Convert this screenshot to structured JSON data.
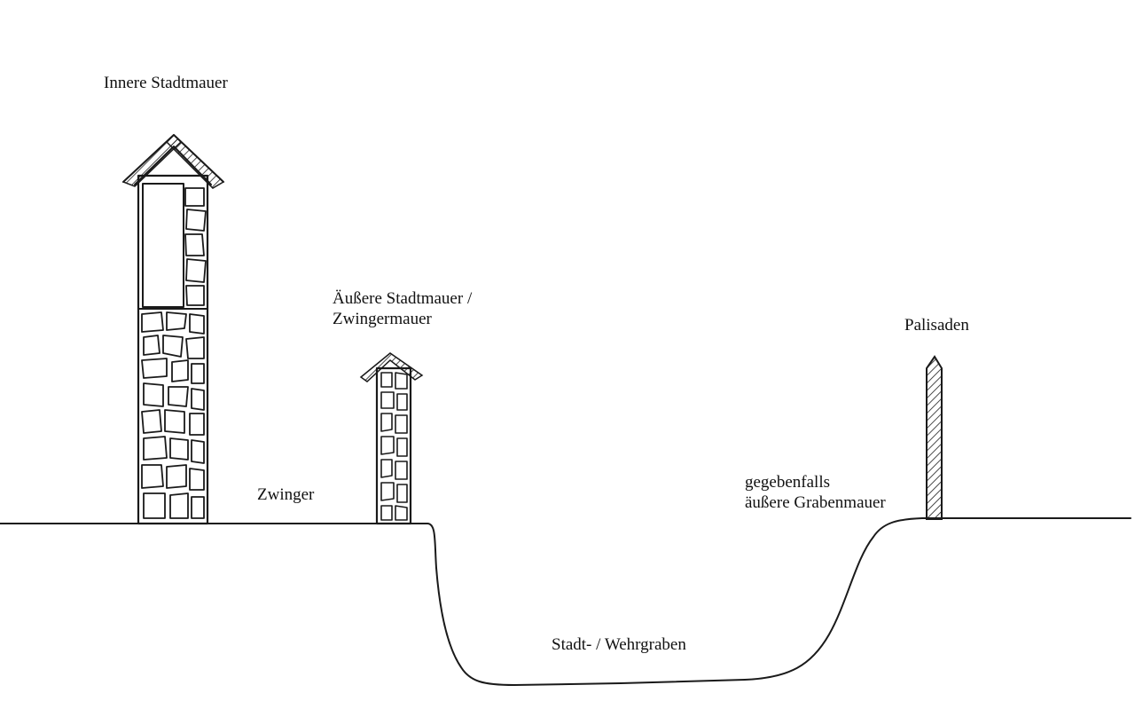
{
  "labels": {
    "inner_wall": "Innere Stadtmauer",
    "outer_wall_line1": "Äußere Stadtmauer /",
    "outer_wall_line2": "Zwingermauer",
    "palisades": "Palisaden",
    "zwinger": "Zwinger",
    "outer_ditch_wall_line1": "gegebenfalls",
    "outer_ditch_wall_line2": "äußere Grabenmauer",
    "moat": "Stadt- / Wehrgraben"
  },
  "colors": {
    "ink": "#1a1a1a",
    "paper": "#ffffff"
  }
}
